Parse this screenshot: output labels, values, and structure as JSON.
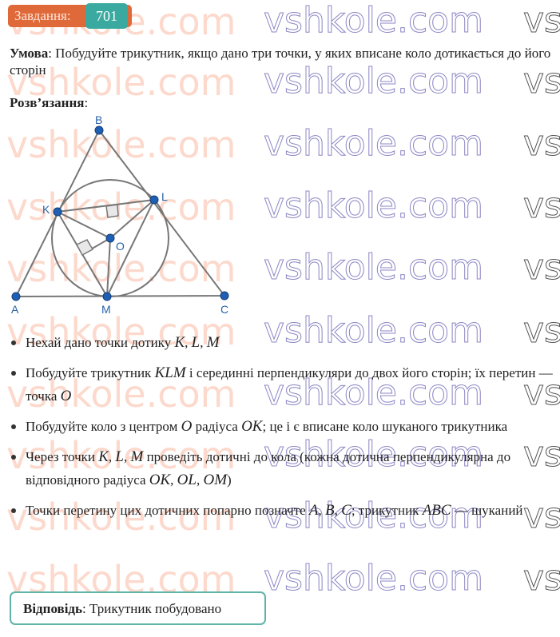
{
  "watermark": {
    "text": "vshkole.com",
    "short": "vs"
  },
  "badge": {
    "label": "Завдання:",
    "number": "701"
  },
  "condition": {
    "label": "Умова",
    "text": ": Побудуйте трикутник, якщо дано три точки, у яких вписане коло дотикається до його сторін"
  },
  "solution": {
    "label": "Розв’язання",
    "colon": ":"
  },
  "figure": {
    "points": [
      "A",
      "B",
      "C",
      "K",
      "L",
      "M",
      "O"
    ],
    "point_color": "#1f5fb3",
    "label_color": "#2a63a8",
    "line_color": "#777777"
  },
  "steps": [
    {
      "t1": "Нехай дано точки дотику ",
      "m1": "K",
      "t2": ", ",
      "m2": "L",
      "t3": ", ",
      "m3": "M"
    },
    {
      "t1": "Побудуйте трикутник ",
      "m1": "KLM",
      "t2": " і серединні перпендикуляри до двох його сторін; їх перетин — точка ",
      "m2": "O"
    },
    {
      "t1": "Побудуйте коло з центром ",
      "m1": "O",
      "t2": " радіуса ",
      "m2": "OK",
      "t3": "; це і є вписане коло шуканого трикутника"
    },
    {
      "t1": "Через точки ",
      "m1": "K",
      "t2": ", ",
      "m2": "L",
      "t3": ", ",
      "m3": "M",
      "t4": " проведіть дотичні до кола (кожна дотична перпендикулярна до відповідного радіуса ",
      "m4": "OK",
      "t5": ", ",
      "m5": "OL",
      "t6": ", ",
      "m6": "OM",
      "t7": ")"
    },
    {
      "t1": "Точки перетину цих дотичних попарно позначте ",
      "m1": "A",
      "t2": ", ",
      "m2": "B",
      "t3": ", ",
      "m3": "C",
      "t4": "; трикутник ",
      "m4": "ABC",
      "t5": " — шуканий"
    }
  ],
  "answer": {
    "label": "Відповідь",
    "text": ": Трикутник побудовано"
  }
}
